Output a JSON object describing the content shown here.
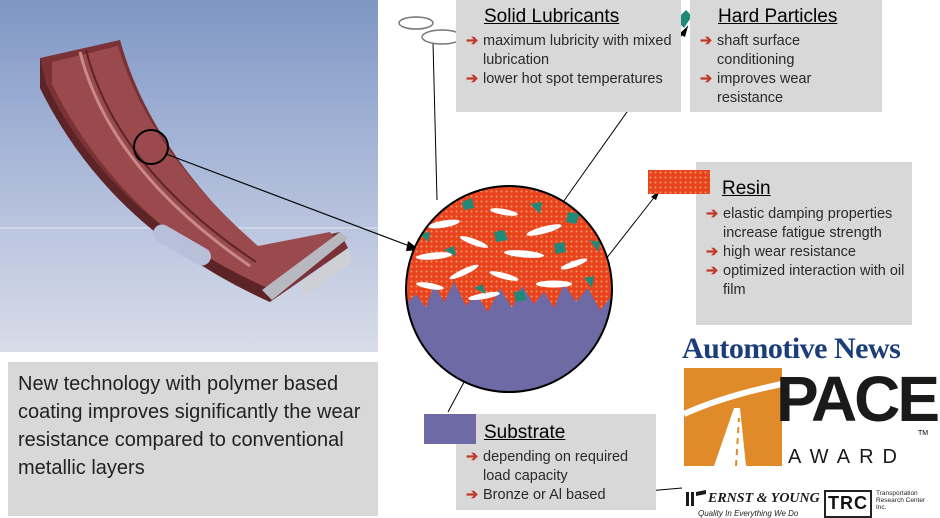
{
  "solid_lubricants": {
    "heading": "Solid Lubricants",
    "bullets": [
      "maximum lubricity with mixed lubrication",
      "lower hot spot temperatures"
    ]
  },
  "hard_particles": {
    "heading": "Hard Particles",
    "bullets": [
      "shaft surface conditioning",
      "improves wear resistance"
    ]
  },
  "resin": {
    "heading": "Resin",
    "bullets": [
      "elastic damping properties increase fatigue strength",
      "high wear resistance",
      "optimized interaction with oil film"
    ]
  },
  "substrate": {
    "heading": "Substrate",
    "bullets": [
      "depending on required load capacity",
      "Bronze or Al based"
    ]
  },
  "main_text": "New technology with polymer based coating improves significantly the wear resistance compared to conventional metallic layers",
  "logos": {
    "automotive_news": "Automotive News",
    "pace": "PACE",
    "trademark": "TM",
    "award": "AWARD",
    "ernst_young": "ERNST & YOUNG",
    "ernst_young_tagline": "Quality In Everything We Do",
    "trc_mark": "TRC",
    "trc_name": "Transportation Research Center Inc."
  },
  "colors": {
    "arrow": "#c0392b",
    "resin": "#e8431c",
    "substrate": "#6e6aa6",
    "particle": "#1f8a7a",
    "bearing": "#8a3b3e",
    "logo_blue": "#1b3d7a",
    "logo_orange": "#e08a2a"
  }
}
